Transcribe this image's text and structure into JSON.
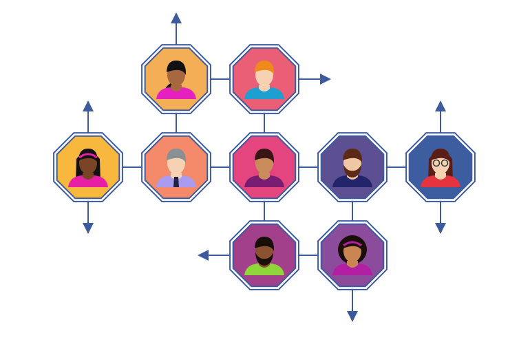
{
  "palette": {
    "line": "#3d5a9c",
    "outline_gap": "#ffffff"
  },
  "nodes": [
    {
      "id": "woman-ponytail",
      "fill": "#f4ae55",
      "skin": "#a8683f",
      "hair": "#111111",
      "shirt": "#e61fbf",
      "hair_style": "ponytail"
    },
    {
      "id": "man-redhead",
      "fill": "#ea5f76",
      "skin": "#f6d2b3",
      "hair": "#ef8a1d",
      "shirt": "#1e9fd2",
      "hair_style": "short"
    },
    {
      "id": "woman-headband",
      "fill": "#f7b83d",
      "skin": "#7a4527",
      "hair": "#111111",
      "shirt": "#e61fa4",
      "hair_style": "long"
    },
    {
      "id": "man-gray-hair",
      "fill": "#f48a6a",
      "skin": "#f6d2b3",
      "hair": "#8a8f94",
      "shirt": "#a99bf0",
      "hair_style": "short"
    },
    {
      "id": "woman-short-hair",
      "fill": "#e4457e",
      "skin": "#c98d5c",
      "hair": "#3a1516",
      "shirt": "#7a1d72",
      "hair_style": "bob"
    },
    {
      "id": "man-beard",
      "fill": "#5c4f92",
      "skin": "#f0c7a5",
      "hair": "#5b2a14",
      "shirt": "#24246a",
      "hair_style": "beard"
    },
    {
      "id": "woman-glasses",
      "fill": "#3c5d9f",
      "skin": "#f6d2b3",
      "hair": "#5b1d16",
      "shirt": "#e53340",
      "hair_style": "long"
    },
    {
      "id": "man-dark",
      "fill": "#a3408b",
      "skin": "#8a5231",
      "hair": "#1a0e08",
      "shirt": "#8fd63a",
      "hair_style": "beard"
    },
    {
      "id": "woman-curly",
      "fill": "#8c4c9c",
      "skin": "#c98552",
      "hair": "#1a0e08",
      "shirt": "#b21fa3",
      "hair_style": "curly"
    }
  ],
  "connections": [
    [
      0,
      1
    ],
    [
      0,
      3
    ],
    [
      1,
      4
    ],
    [
      2,
      3
    ],
    [
      3,
      4
    ],
    [
      4,
      5
    ],
    [
      5,
      6
    ],
    [
      4,
      7
    ],
    [
      5,
      8
    ],
    [
      7,
      8
    ]
  ],
  "arrows": [
    {
      "node": 0,
      "direction": "up"
    },
    {
      "node": 1,
      "direction": "right"
    },
    {
      "node": 2,
      "direction": "up"
    },
    {
      "node": 2,
      "direction": "down"
    },
    {
      "node": 6,
      "direction": "up"
    },
    {
      "node": 6,
      "direction": "down"
    },
    {
      "node": 7,
      "direction": "left"
    },
    {
      "node": 8,
      "direction": "down"
    }
  ]
}
